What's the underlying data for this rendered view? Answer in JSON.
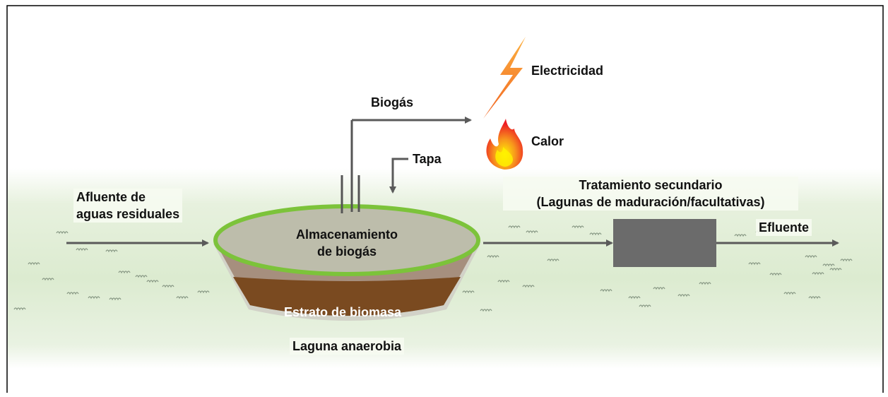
{
  "labels": {
    "electricity": "Electricidad",
    "biogas": "Biogás",
    "heat": "Calor",
    "cover": "Tapa",
    "influent_line1": "Afluente de",
    "influent_line2": "aguas residuales",
    "storage_line1": "Almacenamiento",
    "storage_line2": "de biogás",
    "biomass": "Estrato de biomasa",
    "lagoon": "Laguna anaerobia",
    "secondary_line1": "Tratamiento secundario",
    "secondary_line2": "(Lagunas de maduración/facultativas)",
    "effluent": "Efluente"
  },
  "colors": {
    "ground": "#dcebd0",
    "arrow": "#5a5a5a",
    "cover_rim": "#7cc33a",
    "gas_dome": "#bdbdab",
    "sludge_upper": "#a68f7e",
    "biomass_layer": "#7a4a20",
    "treatment_box": "#6b6b6b",
    "bolt": "#f7941d",
    "flame": "#f15a24"
  }
}
